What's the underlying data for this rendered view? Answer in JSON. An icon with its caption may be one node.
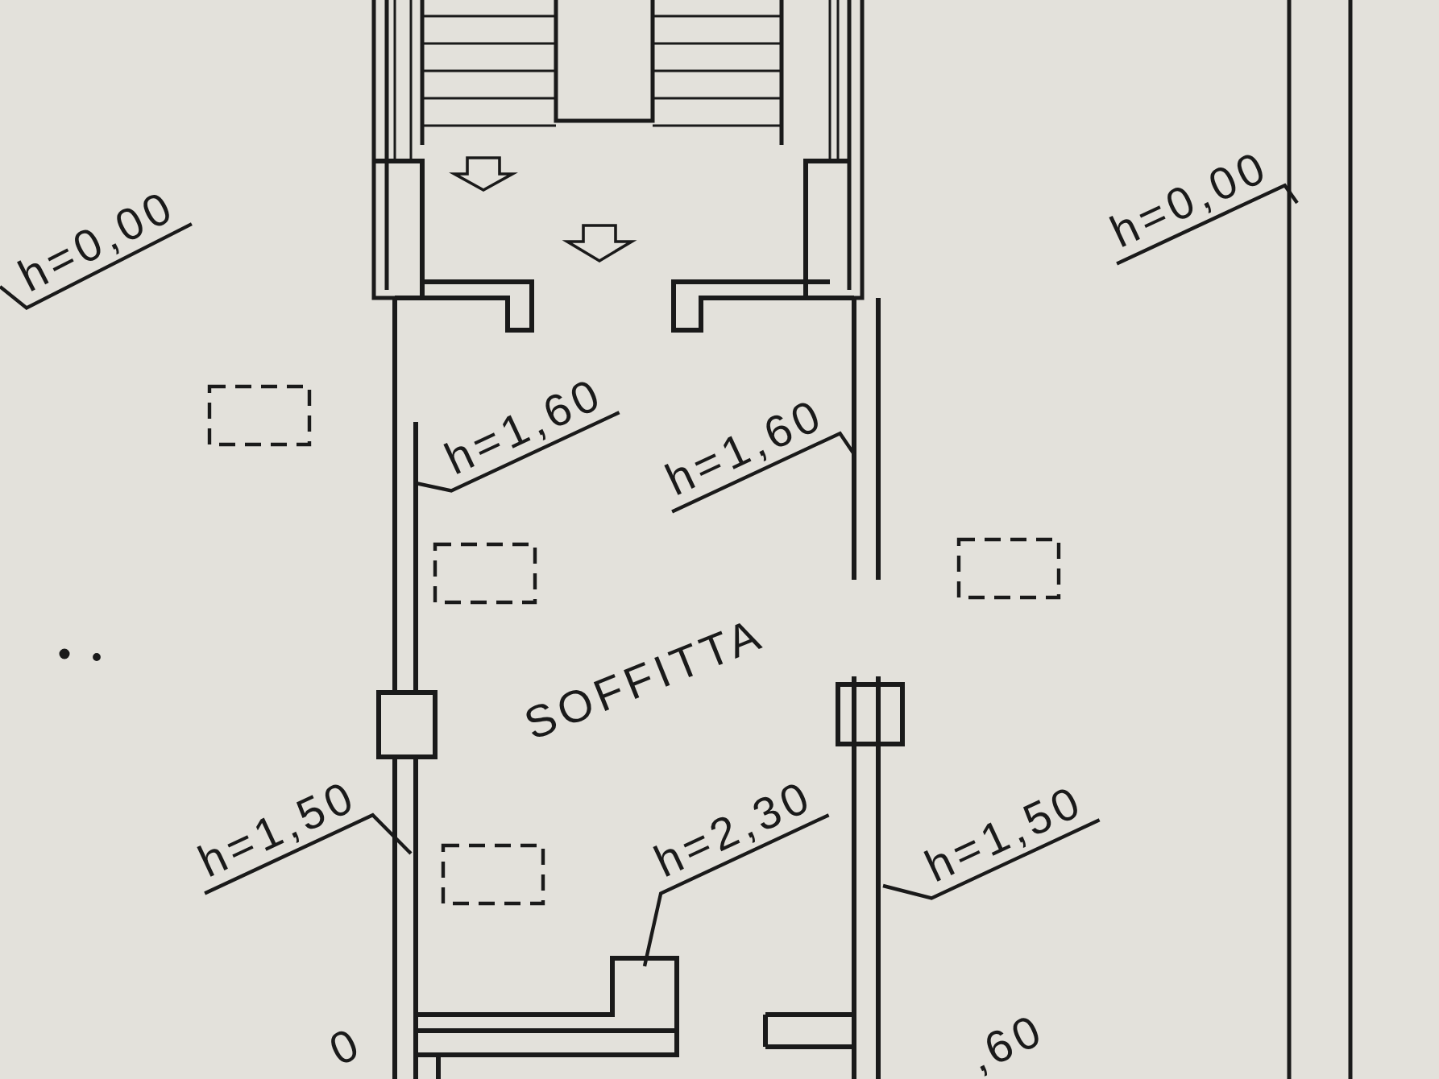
{
  "diagram": {
    "nodes": [
      {
        "text": [
          "h=0,00"
        ]
      },
      {
        "text": [
          "h=0,00"
        ]
      },
      {
        "text": [
          "h=1,60"
        ]
      },
      {
        "text": [
          "h=1,60"
        ]
      },
      {
        "text": [
          "h=1,50"
        ]
      },
      {
        "text": [
          "h=2,30"
        ]
      },
      {
        "text": [
          "h=1,50"
        ]
      }
    ],
    "edges": [
      {
        "from": 0,
        "to": null,
        "arrow": "none"
      },
      {
        "from": 1,
        "to": null,
        "arrow": "none"
      },
      {
        "from": 2,
        "to": null,
        "arrow": "none"
      },
      {
        "from": 3,
        "to": null,
        "arrow": "none"
      },
      {
        "from": 4,
        "to": null,
        "arrow": "none"
      },
      {
        "from": 5,
        "to": null,
        "arrow": "none"
      },
      {
        "from": 6,
        "to": null,
        "arrow": "none"
      }
    ],
    "labels": [
      "SOFFITTA",
      "0",
      ",60"
    ]
  }
}
